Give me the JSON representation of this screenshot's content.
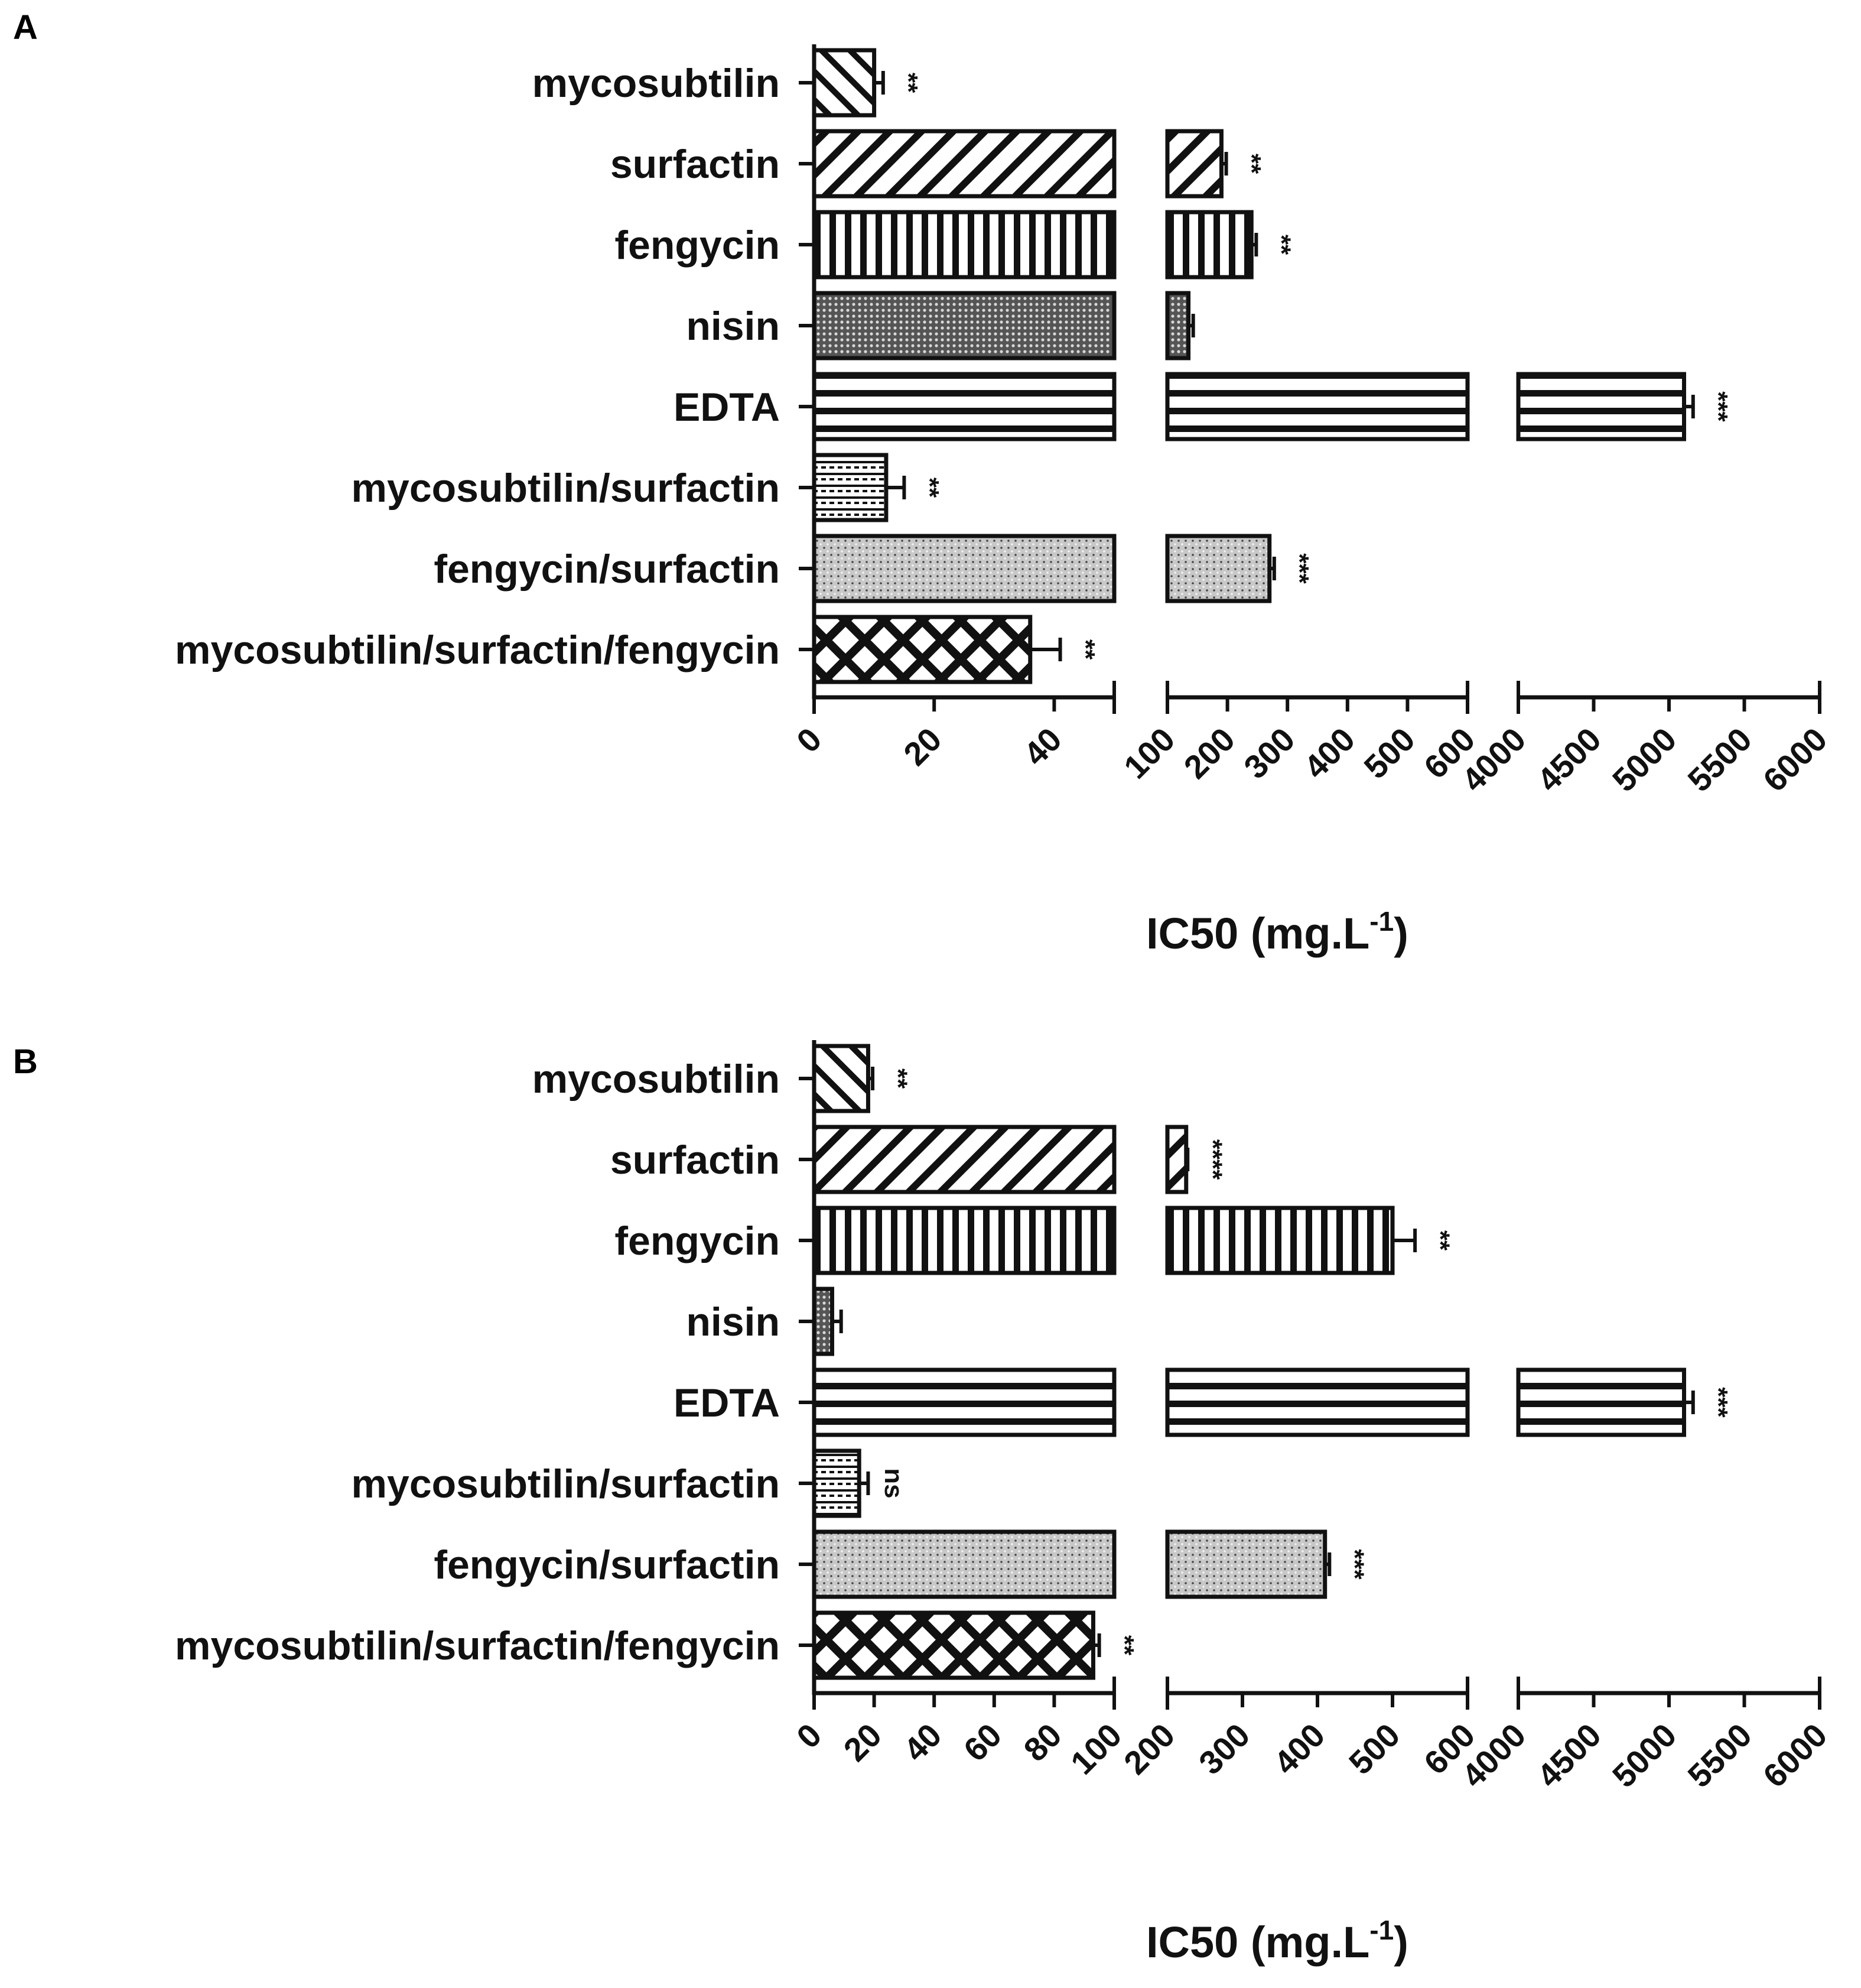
{
  "chart_data": [
    {
      "type": "bar",
      "orientation": "horizontal",
      "panel": "A",
      "xlabel": "IC50 (mg.L",
      "xlabel_sup": "-1",
      "xlabel_close": ")",
      "categories": [
        "mycosubtilin",
        "surfactin",
        "fengycin",
        "nisin",
        "EDTA",
        "mycosubtilin/surfactin",
        "fengycin/surfactin",
        "mycosubtilin/surfactin/fengycin"
      ],
      "patterns": [
        "diag-back",
        "diag-fwd",
        "vertical",
        "dots",
        "horizontal",
        "brick",
        "stipple",
        "crosshatch"
      ],
      "values": [
        10,
        190,
        240,
        135,
        5100,
        12,
        270,
        36
      ],
      "errors": [
        1.5,
        8,
        8,
        8,
        60,
        3,
        8,
        5
      ],
      "significance": [
        "**",
        "**",
        "**",
        "",
        "***",
        "**",
        "***",
        "**"
      ],
      "x_segments": [
        {
          "range": [
            0,
            50
          ],
          "ticks": [
            0,
            20,
            40
          ],
          "tick_labels": [
            "0",
            "20",
            "40"
          ]
        },
        {
          "range": [
            100,
            600
          ],
          "ticks": [
            100,
            200,
            300,
            400,
            500,
            600
          ],
          "tick_labels": [
            "100",
            "200",
            "300",
            "400",
            "500",
            "600"
          ]
        },
        {
          "range": [
            4000,
            6000
          ],
          "ticks": [
            4000,
            4500,
            5000,
            5500,
            6000
          ],
          "tick_labels": [
            "4000",
            "4500",
            "5000",
            "5500",
            "6000"
          ]
        }
      ]
    },
    {
      "type": "bar",
      "orientation": "horizontal",
      "panel": "B",
      "xlabel": "IC50 (mg.L",
      "xlabel_sup": "-1",
      "xlabel_close": ")",
      "categories": [
        "mycosubtilin",
        "surfactin",
        "fengycin",
        "nisin",
        "EDTA",
        "mycosubtilin/surfactin",
        "fengycin/surfactin",
        "mycosubtilin/surfactin/fengycin"
      ],
      "patterns": [
        "diag-back",
        "diag-fwd",
        "vertical",
        "dots",
        "horizontal",
        "brick",
        "stipple",
        "crosshatch"
      ],
      "values": [
        18,
        225,
        500,
        6,
        5100,
        15,
        410,
        93
      ],
      "errors": [
        1.5,
        2,
        30,
        3,
        60,
        3,
        6,
        2
      ],
      "significance": [
        "**",
        "****",
        "**",
        "",
        "***",
        "ns",
        "***",
        "**"
      ],
      "x_segments": [
        {
          "range": [
            0,
            100
          ],
          "ticks": [
            0,
            20,
            40,
            60,
            80,
            100
          ],
          "tick_labels": [
            "0",
            "20",
            "40",
            "60",
            "80",
            "100"
          ]
        },
        {
          "range": [
            200,
            600
          ],
          "ticks": [
            200,
            300,
            400,
            500,
            600
          ],
          "tick_labels": [
            "200",
            "300",
            "400",
            "500",
            "600"
          ]
        },
        {
          "range": [
            4000,
            6000
          ],
          "ticks": [
            4000,
            4500,
            5000,
            5500,
            6000
          ],
          "tick_labels": [
            "4000",
            "4500",
            "5000",
            "5500",
            "6000"
          ]
        }
      ]
    }
  ]
}
